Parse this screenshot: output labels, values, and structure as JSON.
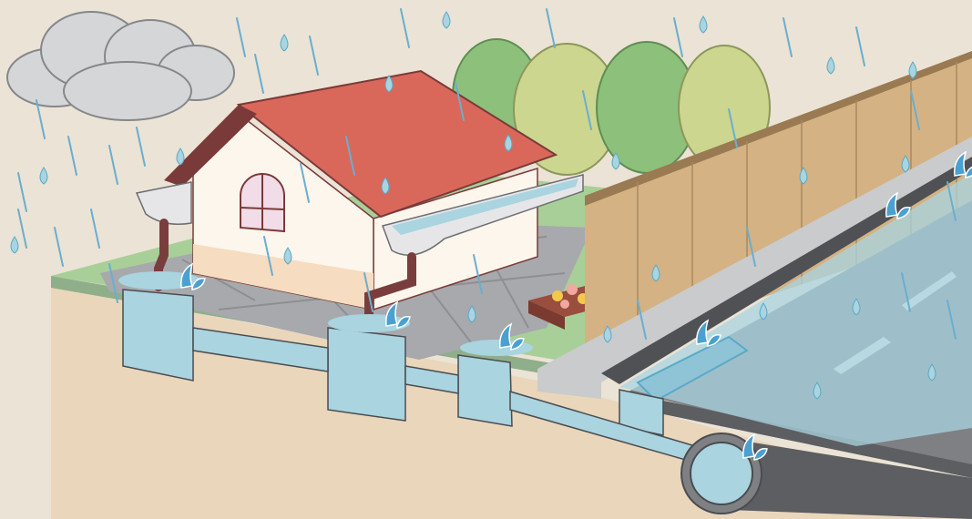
{
  "scene": {
    "subject": "stormwater-drainage-cutaway",
    "elements": [
      "rain-cloud",
      "house",
      "roof",
      "roof-gutter",
      "downspout",
      "trees",
      "wooden-fence",
      "flower-bed",
      "sidewalk",
      "road",
      "curb",
      "street-gutter",
      "storm-drain-grate",
      "catch-basin",
      "underground-pipe",
      "storm-sewer-main",
      "water-splash-icon",
      "raindrop-icon"
    ]
  },
  "colors": {
    "background": "#ebe3d5",
    "cloud": "#d4d6d8",
    "roof": "#d9685a",
    "roof_dark": "#7a3a3a",
    "house_wall": "#fdf6ec",
    "gutter": "#e6e6e8",
    "downspout": "#7a3d3d",
    "fence": "#d4b283",
    "fence_top": "#9a7a52",
    "grass": "#a8cf98",
    "paving": "#a7a9ac",
    "road": "#7e8083",
    "curb": "#c9cbcd",
    "water": "#a9d4e0",
    "water_dark": "#5aa9c8",
    "soil": "#e9d6bb",
    "tree_green": "#8dc07a",
    "tree_yellow": "#ccd68e",
    "rain": "#6aaed0"
  }
}
